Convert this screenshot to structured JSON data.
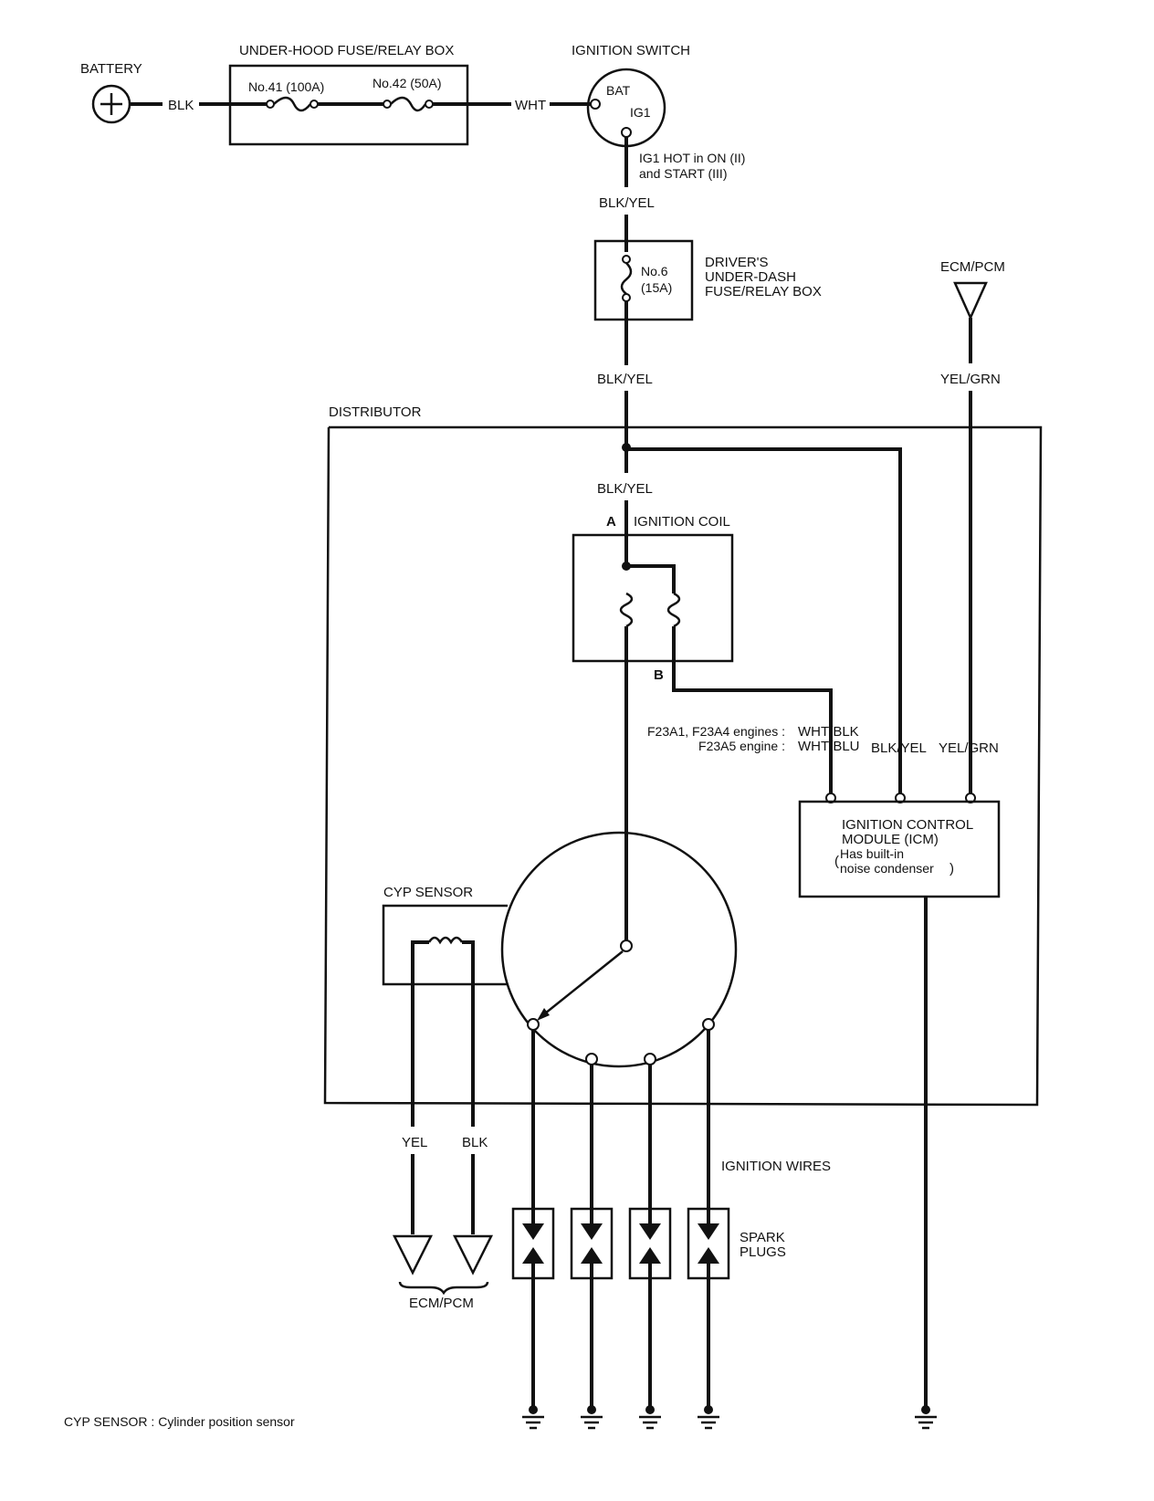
{
  "battery": {
    "label": "BATTERY",
    "wire": "BLK"
  },
  "underhood_box": {
    "label": "UNDER-HOOD FUSE/RELAY BOX",
    "fuse41": "No.41 (100A)",
    "fuse42": "No.42 (50A)",
    "wire_out": "WHT"
  },
  "ignition_switch": {
    "label": "IGNITION SWITCH",
    "bat": "BAT",
    "ig1": "IG1",
    "note_line1": "IG1 HOT in ON (II)",
    "note_line2": "and START (III)"
  },
  "wire_blkyel_1": "BLK/YEL",
  "dash_box": {
    "fuse": "No.6",
    "rating": "(15A)",
    "line1": "DRIVER'S",
    "line2": "UNDER-DASH",
    "line3": "FUSE/RELAY BOX"
  },
  "wire_blkyel_2": "BLK/YEL",
  "ecm_top": {
    "label": "ECM/PCM",
    "wire": "YEL/GRN"
  },
  "distributor": {
    "label": "DISTRIBUTOR"
  },
  "wire_blkyel_3": "BLK/YEL",
  "coil": {
    "terminal_a": "A",
    "label": "IGNITION COIL",
    "terminal_b": "B"
  },
  "engines": {
    "line1_name": "F23A1, F23A4 engines :",
    "line1_wire": "WHT/BLK",
    "line2_name": "F23A5 engine :",
    "line2_wire": "WHT/BLU"
  },
  "icm": {
    "wire_blkyel": "BLK/YEL",
    "wire_yelgrn": "YEL/GRN",
    "line1": "IGNITION CONTROL",
    "line2": "MODULE (ICM)",
    "line3": "Has built-in",
    "line4": "noise condenser"
  },
  "cyp": {
    "label": "CYP SENSOR",
    "wire_yel": "YEL",
    "wire_blk": "BLK",
    "ecm": "ECM/PCM"
  },
  "ignition_wires": "IGNITION WIRES",
  "spark_plugs": {
    "line1": "SPARK",
    "line2": "PLUGS"
  },
  "footnote": "CYP SENSOR : Cylinder position sensor"
}
